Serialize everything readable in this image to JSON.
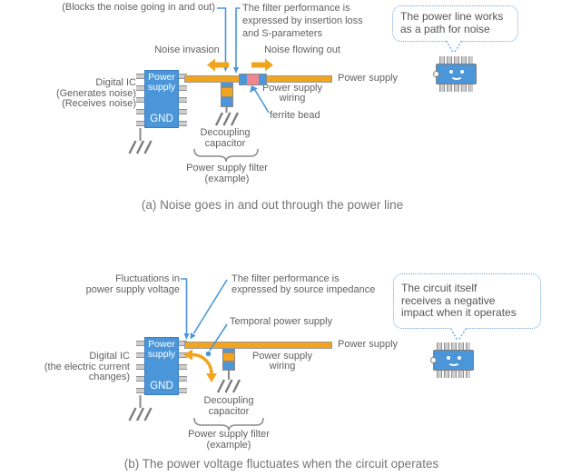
{
  "figure": {
    "a": {
      "note_blocks": "(Blocks the noise going in and out)",
      "note_filter": "The filter performance is\nexpressed by insertion loss\nand S-parameters",
      "noise_invasion": "Noise invasion",
      "noise_flowing_out": "Noise flowing out",
      "ic_left_label": "Digital IC\n(Generates noise)\n(Receives noise)",
      "ic_power_label": "Power\nsupply",
      "ic_gnd_label": "GND",
      "power_supply_label": "Power supply",
      "wiring_label": "Power supply\nwiring",
      "ferrite_label": "ferrite bead",
      "decap_label": "Decoupling\ncapacitor",
      "filter_example_label": "Power supply filter\n(example)",
      "bubble_text": "The power line works\nas a path for noise",
      "caption": "(a) Noise goes in and out through the power line"
    },
    "b": {
      "note_fluctuations": "Fluctuations in\npower supply voltage",
      "note_filter": "The filter performance is\nexpressed by source impedance",
      "note_temporal": "Temporal power supply",
      "ic_left_label": "Digital IC\n(the electric current\nchanges)",
      "ic_power_label": "Power\nsupply",
      "ic_gnd_label": "GND",
      "power_supply_label": "Power supply",
      "wiring_label": "Power supply\nwiring",
      "decap_label": "Decoupling\ncapacitor",
      "filter_example_label": "Power supply filter\n(example)",
      "bubble_text": "The circuit itself\nreceives a negative\nimpact when it operates",
      "caption": "(b) The power voltage fluctuates when the circuit operates"
    },
    "colors": {
      "component_blue": "#4a96d9",
      "line_orange": "#f2a41c",
      "ferrite_pink": "#f2868f",
      "label_gray": "#616161",
      "callout_blue": "#6fa8dc"
    }
  }
}
